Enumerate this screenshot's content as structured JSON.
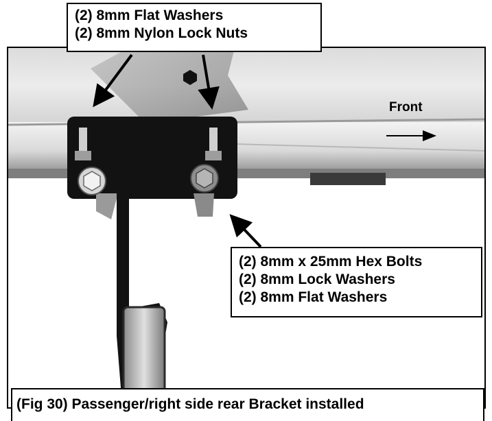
{
  "callouts": {
    "top": {
      "lines": [
        "(2) 8mm Flat Washers",
        "(2) 8mm Nylon Lock Nuts"
      ]
    },
    "bolts": {
      "lines": [
        "(2) 8mm x 25mm Hex Bolts",
        "(2) 8mm Lock Washers",
        "(2) 8mm Flat Washers"
      ]
    }
  },
  "direction_label": "Front",
  "caption": "(Fig 30) Passenger/right side rear Bracket installed",
  "colors": {
    "frame": "#000000",
    "background": "#ffffff",
    "bracket": "#121212",
    "vehicle_body": "#e6e6e6"
  }
}
